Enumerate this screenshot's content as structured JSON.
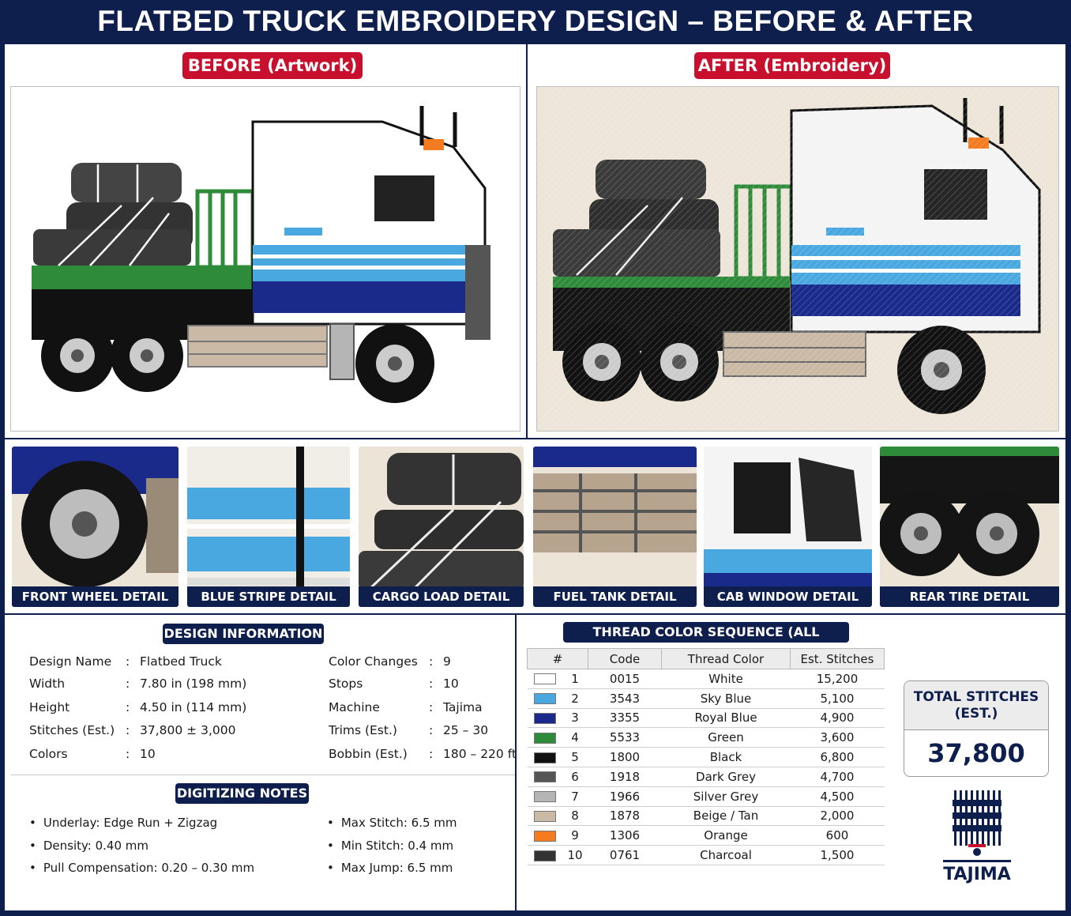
{
  "title": "FLATBED TRUCK EMBROIDERY DESIGN – BEFORE & AFTER",
  "before_label": "BEFORE (Artwork)",
  "after_label": "AFTER (Embroidery)",
  "details": [
    {
      "label": "FRONT WHEEL DETAIL"
    },
    {
      "label": "BLUE STRIPE DETAIL"
    },
    {
      "label": "CARGO LOAD DETAIL"
    },
    {
      "label": "FUEL TANK DETAIL"
    },
    {
      "label": "CAB WINDOW DETAIL"
    },
    {
      "label": "REAR TIRE DETAIL"
    }
  ],
  "design_info": {
    "heading": "DESIGN INFORMATION",
    "separator": ":",
    "left": [
      {
        "label": "Design Name",
        "value": "Flatbed Truck"
      },
      {
        "label": "Width",
        "value": "7.80 in (198 mm)"
      },
      {
        "label": "Height",
        "value": "4.50 in (114 mm)"
      },
      {
        "label": "Stitches (Est.)",
        "value": "37,800 ± 3,000"
      },
      {
        "label": "Colors",
        "value": "10"
      }
    ],
    "right": [
      {
        "label": "Color Changes",
        "value": "9"
      },
      {
        "label": "Stops",
        "value": "10"
      },
      {
        "label": "Machine",
        "value": "Tajima"
      },
      {
        "label": "Trims (Est.)",
        "value": "25 – 30"
      },
      {
        "label": "Bobbin (Est.)",
        "value": "180 – 220 ft"
      }
    ]
  },
  "digitizing_notes": {
    "heading": "DIGITIZING NOTES",
    "left": [
      "Underlay: Edge Run + Zigzag",
      "Density: 0.40 mm",
      "Pull Compensation: 0.20 – 0.30 mm"
    ],
    "right": [
      "Max Stitch: 6.5 mm",
      "Min Stitch: 0.4 mm",
      "Max Jump: 6.5 mm"
    ]
  },
  "thread_sequence": {
    "heading": "THREAD COLOR SEQUENCE (ALL COLORS)",
    "columns": [
      "#",
      "Code",
      "Thread Color",
      "Est. Stitches"
    ],
    "rows": [
      {
        "num": "1",
        "code": "0015",
        "color": "White",
        "stitches": "15,200",
        "hex": "#ffffff"
      },
      {
        "num": "2",
        "code": "3543",
        "color": "Sky Blue",
        "stitches": "5,100",
        "hex": "#4aa8e0"
      },
      {
        "num": "3",
        "code": "3355",
        "color": "Royal Blue",
        "stitches": "4,900",
        "hex": "#1a2a8a"
      },
      {
        "num": "4",
        "code": "5533",
        "color": "Green",
        "stitches": "3,600",
        "hex": "#2e8b3a"
      },
      {
        "num": "5",
        "code": "1800",
        "color": "Black",
        "stitches": "6,800",
        "hex": "#111111"
      },
      {
        "num": "6",
        "code": "1918",
        "color": "Dark Grey",
        "stitches": "4,700",
        "hex": "#555555"
      },
      {
        "num": "7",
        "code": "1966",
        "color": "Silver Grey",
        "stitches": "4,500",
        "hex": "#b5b5b5"
      },
      {
        "num": "8",
        "code": "1878",
        "color": "Beige / Tan",
        "stitches": "2,000",
        "hex": "#c9b9a5"
      },
      {
        "num": "9",
        "code": "1306",
        "color": "Orange",
        "stitches": "600",
        "hex": "#f47b20"
      },
      {
        "num": "10",
        "code": "0761",
        "color": "Charcoal",
        "stitches": "1,500",
        "hex": "#333333"
      }
    ]
  },
  "total": {
    "label_line1": "TOTAL STITCHES",
    "label_line2": "(EST.)",
    "value": "37,800"
  },
  "brand": {
    "name": "TAJIMA"
  },
  "colors": {
    "navy": "#0f1f4d",
    "red": "#c8102e"
  }
}
